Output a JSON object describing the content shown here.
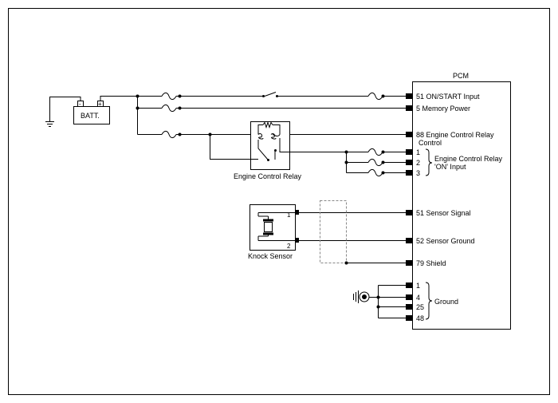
{
  "pcm": {
    "title": "PCM",
    "pins": {
      "on_start": "51 ON/START Input",
      "memory_power": "5 Memory Power",
      "ecr_control_1": "88 Engine Control Relay",
      "ecr_control_2": "Control",
      "ecr_on_1": "1",
      "ecr_on_2": "2",
      "ecr_on_3": "3",
      "ecr_on_label_1": "Engine Control Relay",
      "ecr_on_label_2": "'ON' Input",
      "sensor_signal": "51 Sensor Signal",
      "sensor_ground": "52 Sensor Ground",
      "shield": "79 Shield",
      "gnd_1": "1",
      "gnd_4": "4",
      "gnd_25": "25",
      "gnd_48": "48",
      "ground_label": "Ground"
    }
  },
  "battery": {
    "label": "BATT.",
    "neg": "-",
    "pos": "+"
  },
  "relay": {
    "label": "Engine Control Relay"
  },
  "knock_sensor": {
    "label": "Knock Sensor",
    "pin1": "1",
    "pin2": "2"
  }
}
